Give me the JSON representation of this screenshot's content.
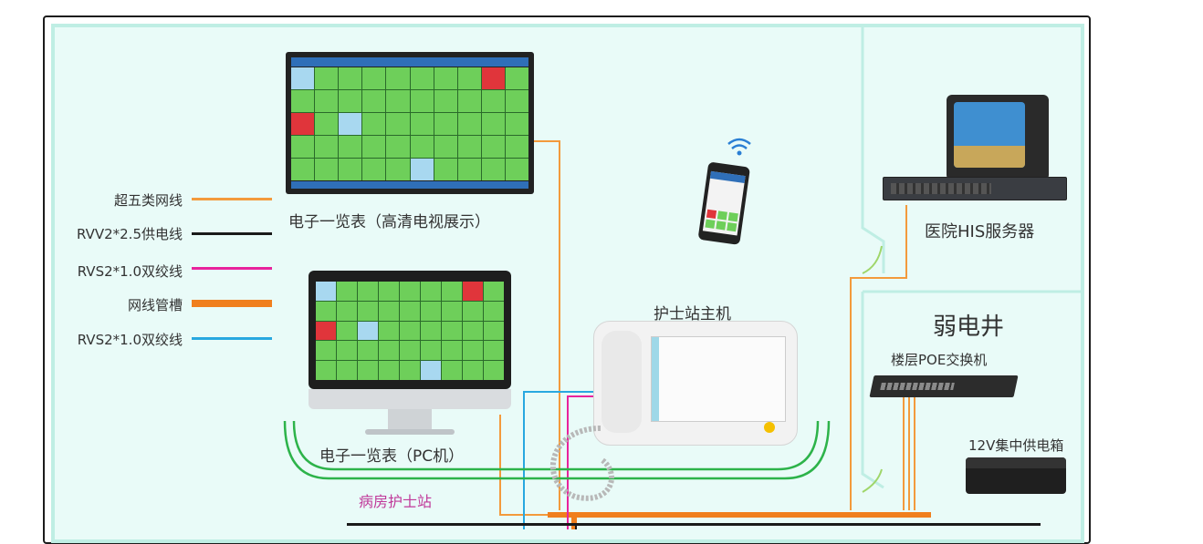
{
  "legend": [
    {
      "label": "超五类网线",
      "color": "#f39a3c"
    },
    {
      "label": "RVV2*2.5供电线",
      "color": "#1a1a1a"
    },
    {
      "label": "RVS2*1.0双绞线",
      "color": "#e8239c"
    },
    {
      "label": "网线管槽",
      "color": "#f07f1e"
    },
    {
      "label": "RVS2*1.0双绞线",
      "color": "#28a8e0"
    }
  ],
  "labels": {
    "tv_display": "电子一览表（高清电视展示）",
    "pc_display": "电子一览表（PC机）",
    "nurse_host": "护士站主机",
    "nurse_station": "病房护士站",
    "his_server": "医院HIS服务器",
    "weak_well": "弱电井",
    "poe_switch": "楼层POE交换机",
    "power_box": "12V集中供电箱"
  },
  "colors": {
    "bg": "#e9fbf8",
    "border": "#bfeee4",
    "green_bracket": "#2db34a",
    "nurse_station_text": "#c0399a",
    "light_green": "#9fd66a"
  }
}
